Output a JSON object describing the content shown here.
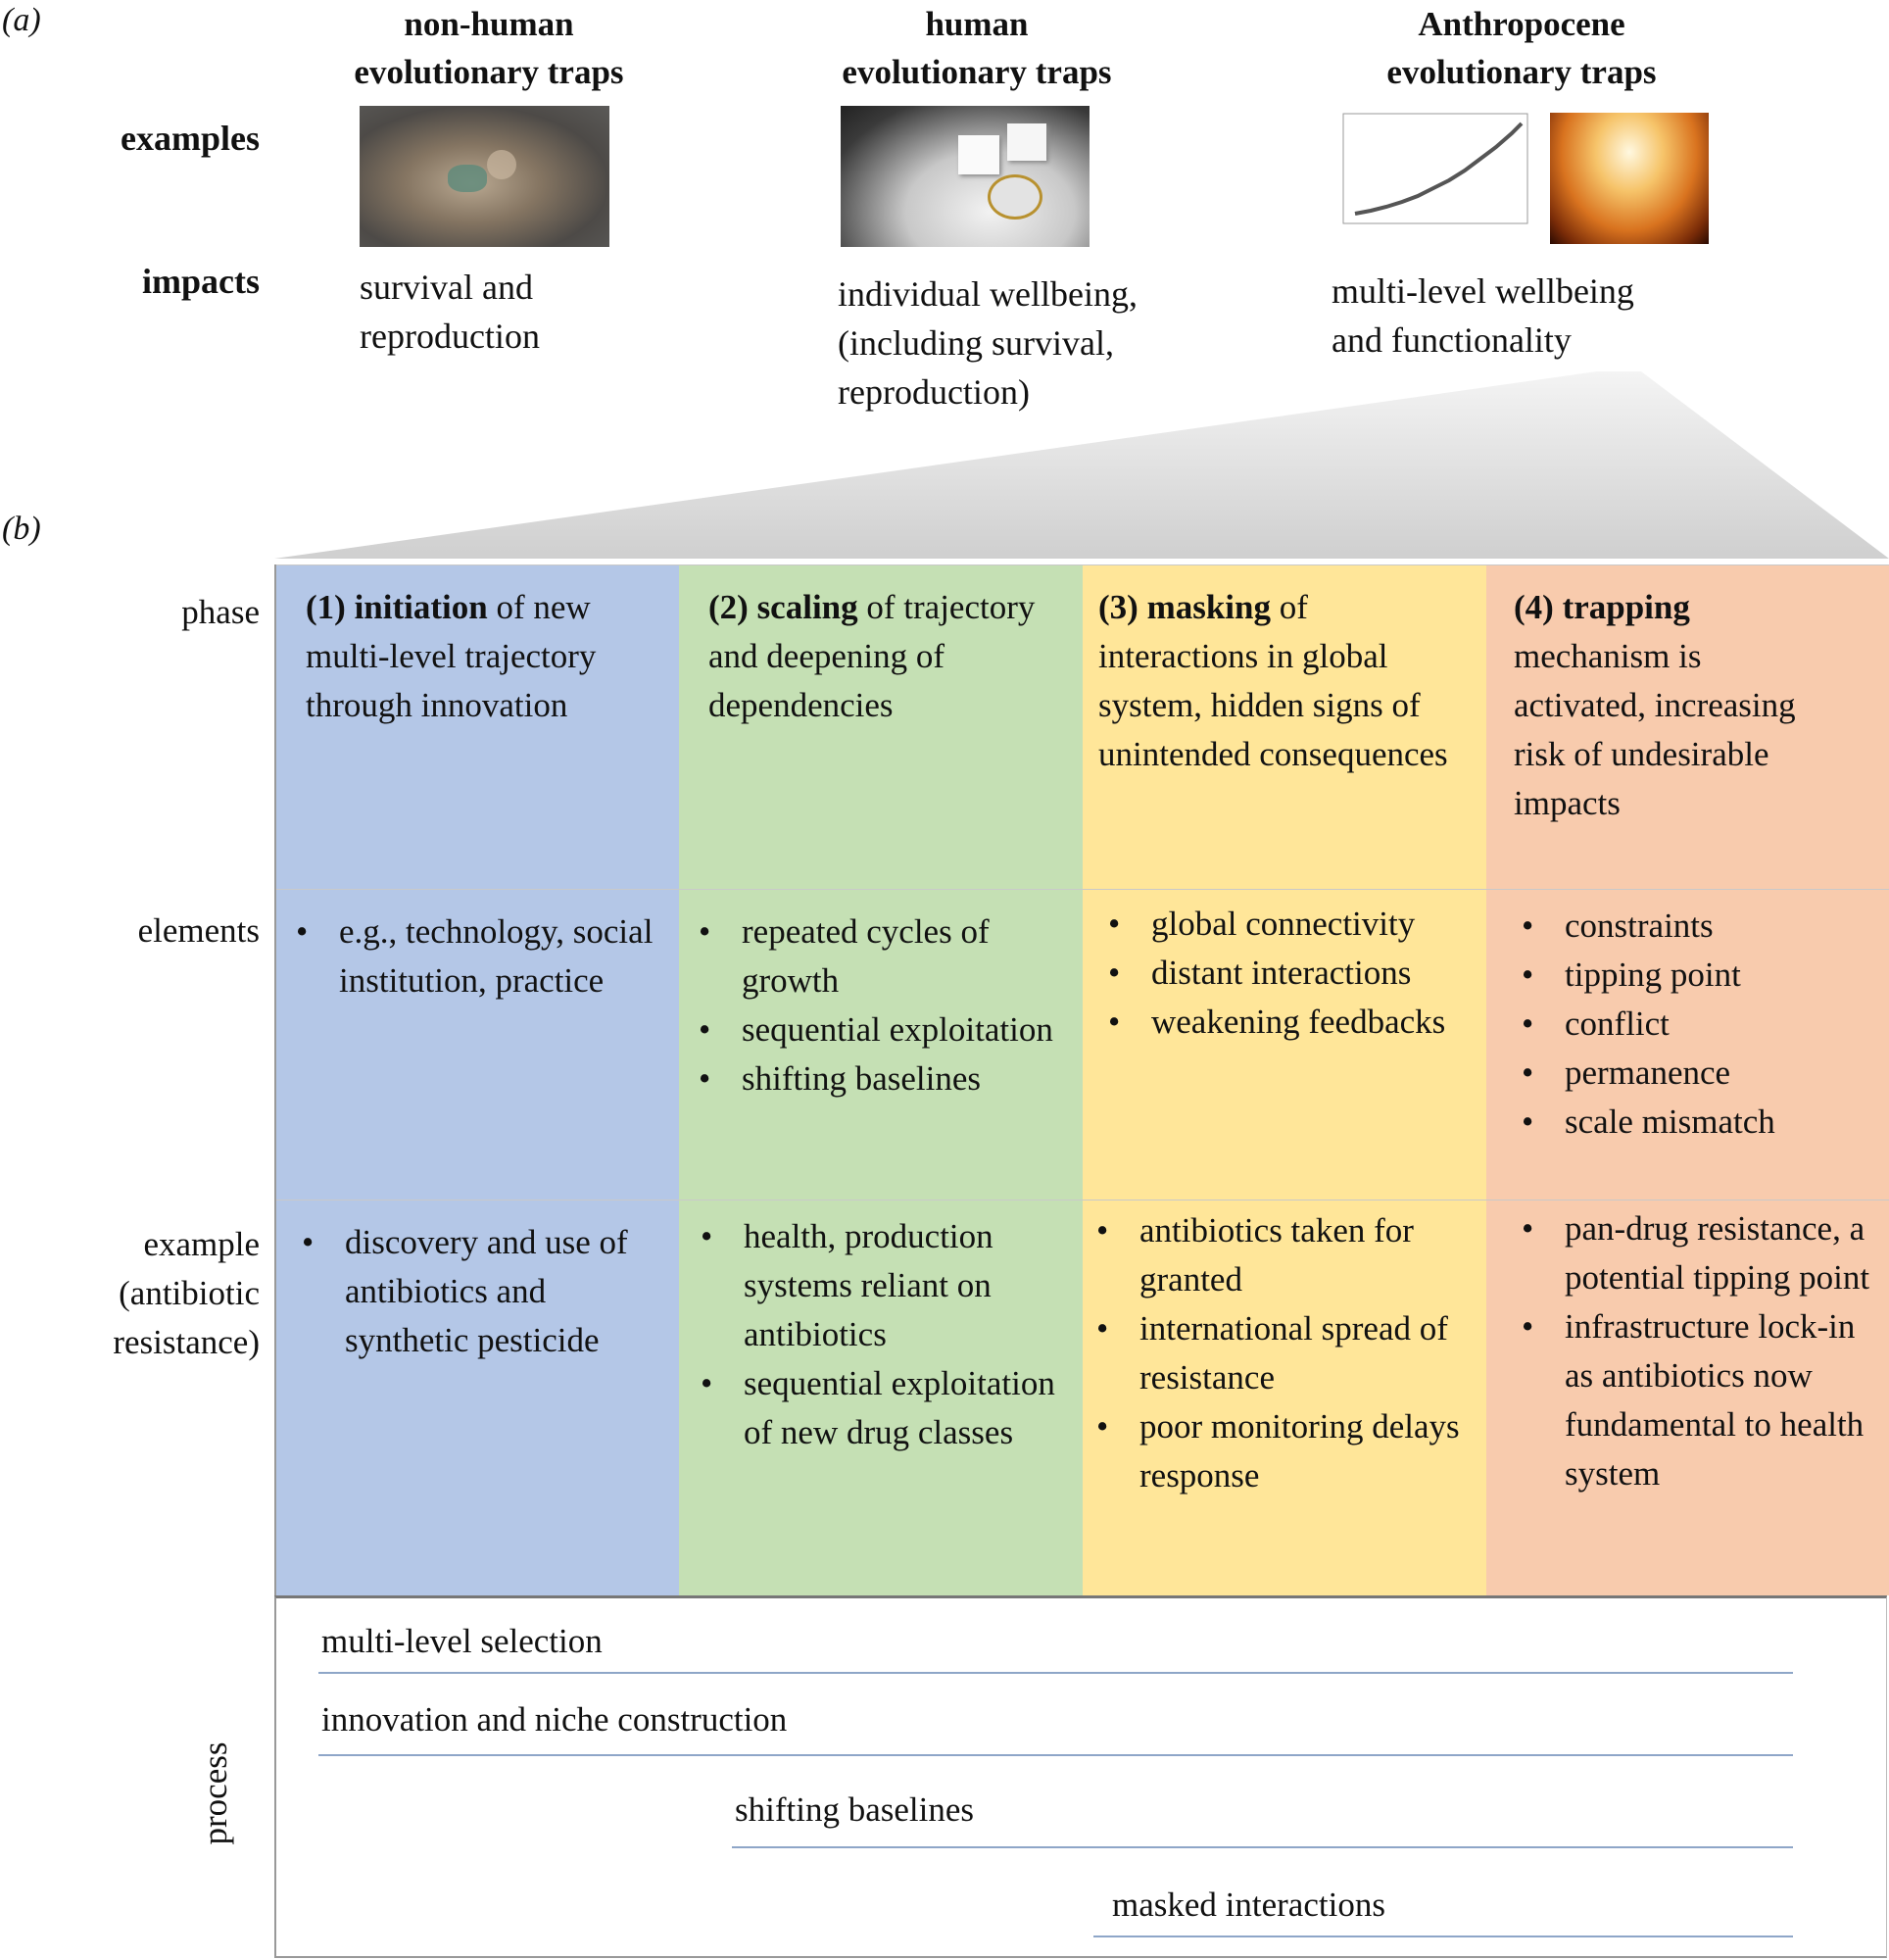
{
  "panel_a": {
    "label": "(a)",
    "columns": [
      {
        "title_line1": "non-human",
        "title_line2": "evolutionary traps",
        "impact_lines": [
          "survival and",
          "reproduction"
        ]
      },
      {
        "title_line1": "human",
        "title_line2": "evolutionary traps",
        "impact_lines": [
          "individual wellbeing,",
          "(including survival,",
          "reproduction)"
        ]
      },
      {
        "title_line1": "Anthropocene",
        "title_line2": "evolutionary traps",
        "impact_lines": [
          "multi-level wellbeing",
          "and functionality"
        ]
      }
    ],
    "row_labels": {
      "examples": "examples",
      "impacts": "impacts"
    }
  },
  "panel_b": {
    "label": "(b)",
    "row_labels": {
      "phase": "phase",
      "elements": "elements",
      "example_lines": [
        "example",
        "(antibiotic",
        "resistance)"
      ]
    },
    "phases": [
      {
        "number": "(1)",
        "keyword": "initiation",
        "rest": " of new multi-level trajectory through innovation",
        "elements": [
          "e.g., technology, social institution, practice"
        ],
        "examples": [
          "discovery and use of antibiotics and synthetic pesticide"
        ]
      },
      {
        "number": "(2)",
        "keyword": "scaling",
        "rest": " of trajectory and deepening of dependencies",
        "elements": [
          "repeated cycles of growth",
          "sequential exploitation",
          "shifting baselines"
        ],
        "examples": [
          "health, production systems reliant on antibiotics",
          "sequential exploitation of new drug classes"
        ]
      },
      {
        "number": "(3)",
        "keyword": "masking",
        "rest": " of interactions in global system, hidden signs of unintended consequences",
        "elements": [
          "global connectivity",
          "distant interactions",
          "weakening feedbacks"
        ],
        "examples": [
          "antibiotics taken for granted",
          "international spread of resistance",
          "poor monitoring delays response"
        ]
      },
      {
        "number": "(4)",
        "keyword": "trapping",
        "rest": " mechanism is activated, increasing risk of undesirable impacts",
        "elements": [
          "constraints",
          "tipping point",
          "conflict",
          "permanence",
          "scale mismatch"
        ],
        "examples": [
          "pan-drug resistance, a potential tipping point",
          "infrastructure lock-in as antibiotics now fundamental to health system"
        ]
      }
    ],
    "process": {
      "label": "process",
      "items": [
        "multi-level selection",
        "innovation and niche construction",
        "shifting baselines",
        "masked interactions"
      ]
    }
  },
  "colors": {
    "phase1": "#b4c7e7",
    "phase2": "#c5e0b4",
    "phase3": "#ffe699",
    "phase4": "#f8cbad",
    "process_line": "#8ea6c8"
  }
}
